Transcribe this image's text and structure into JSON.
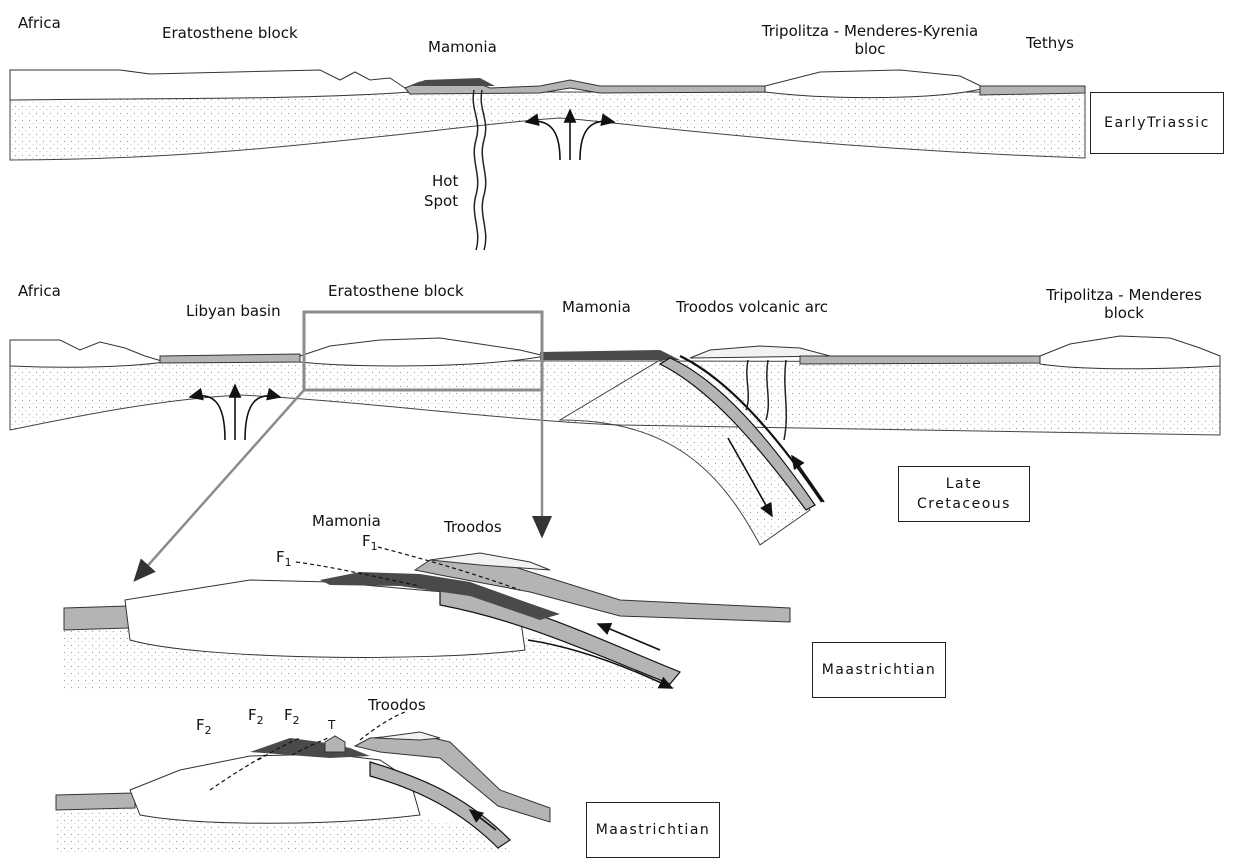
{
  "panel1": {
    "africa": "Africa",
    "eratosthene": "Eratosthene block",
    "mamonia": "Mamonia",
    "tripolitza_line1": "Tripolitza - Menderes-Kyrenia",
    "tripolitza_line2": "bloc",
    "tethys": "Tethys",
    "hot": "Hot",
    "spot": "Spot",
    "stage": "EarlyTriassic"
  },
  "panel2": {
    "africa": "Africa",
    "libyan": "Libyan basin",
    "eratosthene": "Eratosthene block",
    "mamonia": "Mamonia",
    "troodos_arc": "Troodos volcanic arc",
    "tripolitza_line1": "Tripolitza - Menderes",
    "tripolitza_line2": "block",
    "stage_line1": "Late",
    "stage_line2": "Cretaceous"
  },
  "panel3": {
    "mamonia": "Mamonia",
    "troodos": "Troodos",
    "f1a": "F",
    "f1a_sub": "1",
    "f1b": "F",
    "f1b_sub": "1",
    "stage": "Maastrichtian"
  },
  "panel4": {
    "troodos": "Troodos",
    "f2a": "F",
    "f2a_sub": "2",
    "f2b": "F",
    "f2b_sub": "2",
    "f2c": "F",
    "f2c_sub": "2",
    "t": "T",
    "stage": "Maastrichtian"
  },
  "colors": {
    "mantle_dots": "#d8d8d8",
    "oceanic_crust": "#b4b4b4",
    "mamonia_dark": "#4a4a4a",
    "continental": "#ffffff",
    "frame": "#8c8c8c"
  }
}
